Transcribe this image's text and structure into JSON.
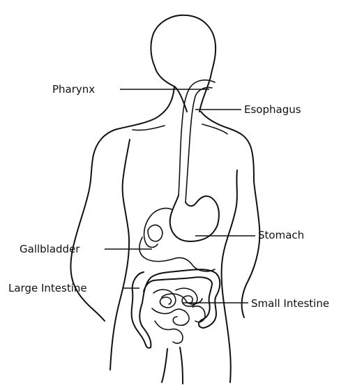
{
  "labels": {
    "pharynx": "Pharynx",
    "esophagus": "Esophagus",
    "stomach": "Stomach",
    "gallbladder": "Gallbladder",
    "large_intestine": "Large Intestine",
    "small_intestine": "Small Intestine"
  },
  "colors": {
    "line": "#111111",
    "background": "#ffffff"
  }
}
